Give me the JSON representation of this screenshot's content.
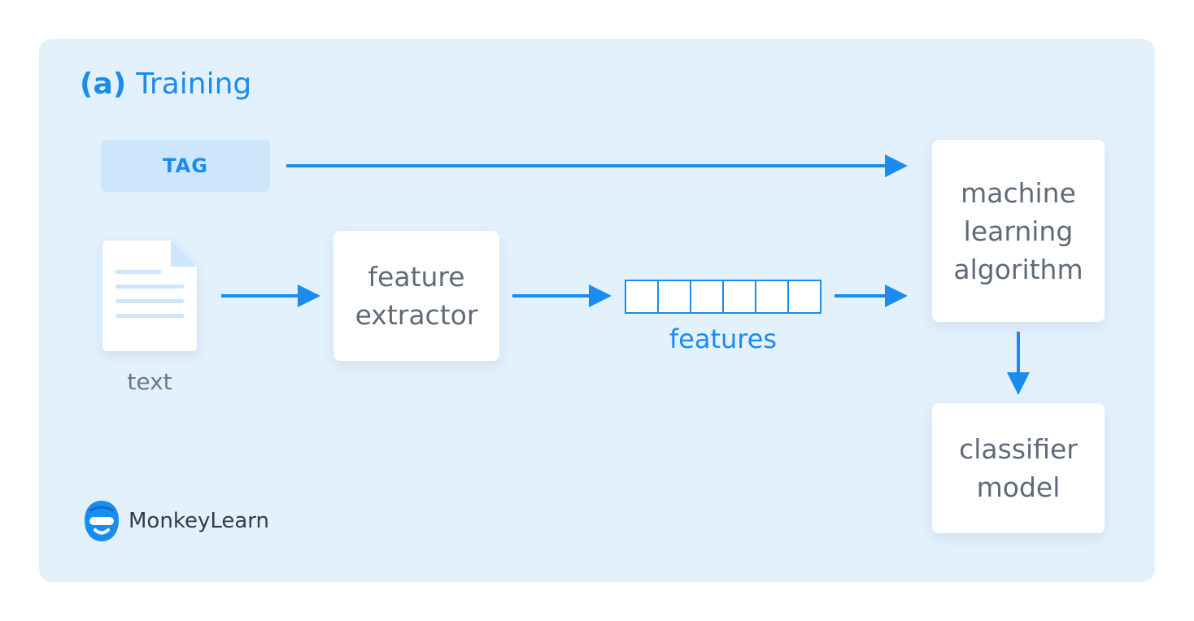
{
  "diagram": {
    "title": {
      "prefix": "(a)",
      "text": "Training"
    },
    "nodes": {
      "tag": "TAG",
      "text_doc": "text",
      "feature_extractor": [
        "feature",
        "extractor"
      ],
      "features": "features",
      "ml_algorithm": [
        "machine",
        "learning",
        "algorithm"
      ],
      "classifier_model": [
        "classifier",
        "model"
      ]
    },
    "edges": [
      {
        "from": "tag",
        "to": "ml_algorithm"
      },
      {
        "from": "text_doc",
        "to": "feature_extractor"
      },
      {
        "from": "feature_extractor",
        "to": "features"
      },
      {
        "from": "features",
        "to": "ml_algorithm"
      },
      {
        "from": "ml_algorithm",
        "to": "classifier_model"
      }
    ],
    "feature_vector_cells": 6
  },
  "brand": {
    "name": "MonkeyLearn"
  },
  "colors": {
    "accent": "#1a8cf0",
    "panel_background": "#e3f1fc",
    "tag_background": "#cde6fb",
    "card_text": "#5f6b7a",
    "label_text": "#6b7a8a",
    "brand_text": "#333c48"
  }
}
